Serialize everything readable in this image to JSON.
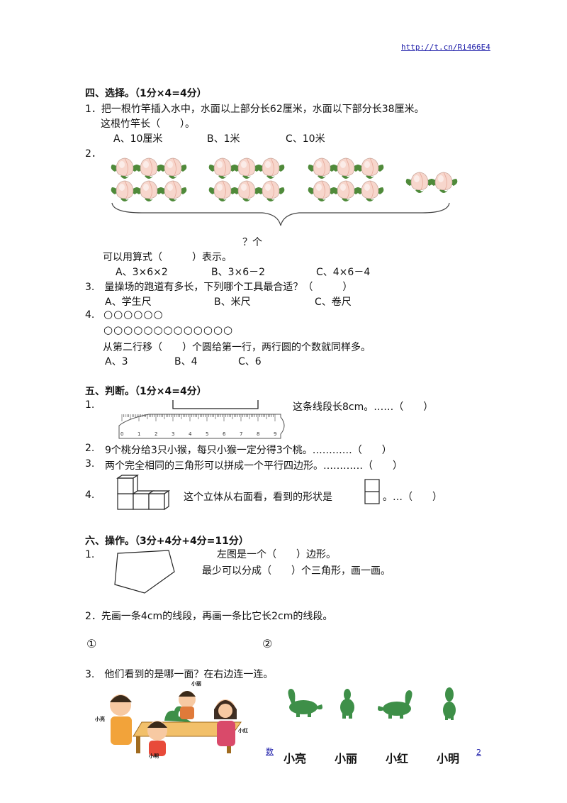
{
  "header": {
    "url": "http://t.cn/Ri466E4"
  },
  "sec4": {
    "title": "四、选择。（1分×4=4分）",
    "q1": {
      "line1": "1．把一根竹竿插入水中，水面以上部分长62厘米，水面以下部分长38厘米。",
      "line2": "这根竹竿长（　　）。",
      "a": "A、10厘米",
      "b": "B、1米",
      "c": "C、10米"
    },
    "q2": {
      "num": "2．",
      "label": "？个",
      "stem": "可以用算式（　　　）表示。",
      "a": "A、3×6×2",
      "b": "B、3×6－2",
      "c": "C、4×6－4"
    },
    "q3": {
      "stem": "3.　量操场的跑道有多长，下列哪个工具最合适？（　　　）",
      "a": "A、学生尺",
      "b": "B、米尺",
      "c": "C、卷尺"
    },
    "q4": {
      "num": "4.",
      "row1": "○○○○○○",
      "row2": "○○○○○○○○○○○○○",
      "stem": "从第二行移（　　）个圆给第一行，两行圆的个数就同样多。",
      "a": "A、3",
      "b": "B、4",
      "c": "C、6"
    }
  },
  "sec5": {
    "title": "五、判断。（1分×4=4分）",
    "q1": {
      "num": "1.",
      "text": "这条线段长8cm。……（　　）",
      "ruler_ticks": [
        "0",
        "1",
        "2",
        "3",
        "4",
        "5",
        "6",
        "7",
        "8",
        "9"
      ]
    },
    "q2": {
      "num": "2.",
      "text": "9个桃分给3只小猴，每只小猴一定分得3个桃。…………（　　）"
    },
    "q3": {
      "num": "3.",
      "text": "两个完全相同的三角形可以拼成一个平行四边形。…………（　　）"
    },
    "q4": {
      "num": "4.",
      "text": "这个立体从右面看，看到的形状是",
      "tail": "。…（　　）"
    }
  },
  "sec6": {
    "title": "六、操作。（3分+4分+4分=11分）",
    "q1": {
      "num": "1.",
      "line1": "左图是一个（　　）边形。",
      "line2": "最少可以分成（　　）个三角形，画一画。"
    },
    "q2": {
      "text": "2．先画一条4cm的线段，再画一条比它长2cm的线段。",
      "m1": "①",
      "m2": "②"
    },
    "q3": {
      "text": "3.　他们看到的是哪一面？在右边连一连。",
      "scene_labels": {
        "top": "小丽",
        "left": "小亮",
        "right": "小红",
        "bottom": "小明"
      },
      "names": [
        "小亮",
        "小丽",
        "小红",
        "小明"
      ]
    }
  },
  "footer": {
    "fragment": "数",
    "page": "2"
  },
  "colors": {
    "text": "#111111",
    "link": "#1a1aa8",
    "peach": "#f7d6cc",
    "leaf": "#4f8a3a",
    "dino": "#3e8f48"
  }
}
